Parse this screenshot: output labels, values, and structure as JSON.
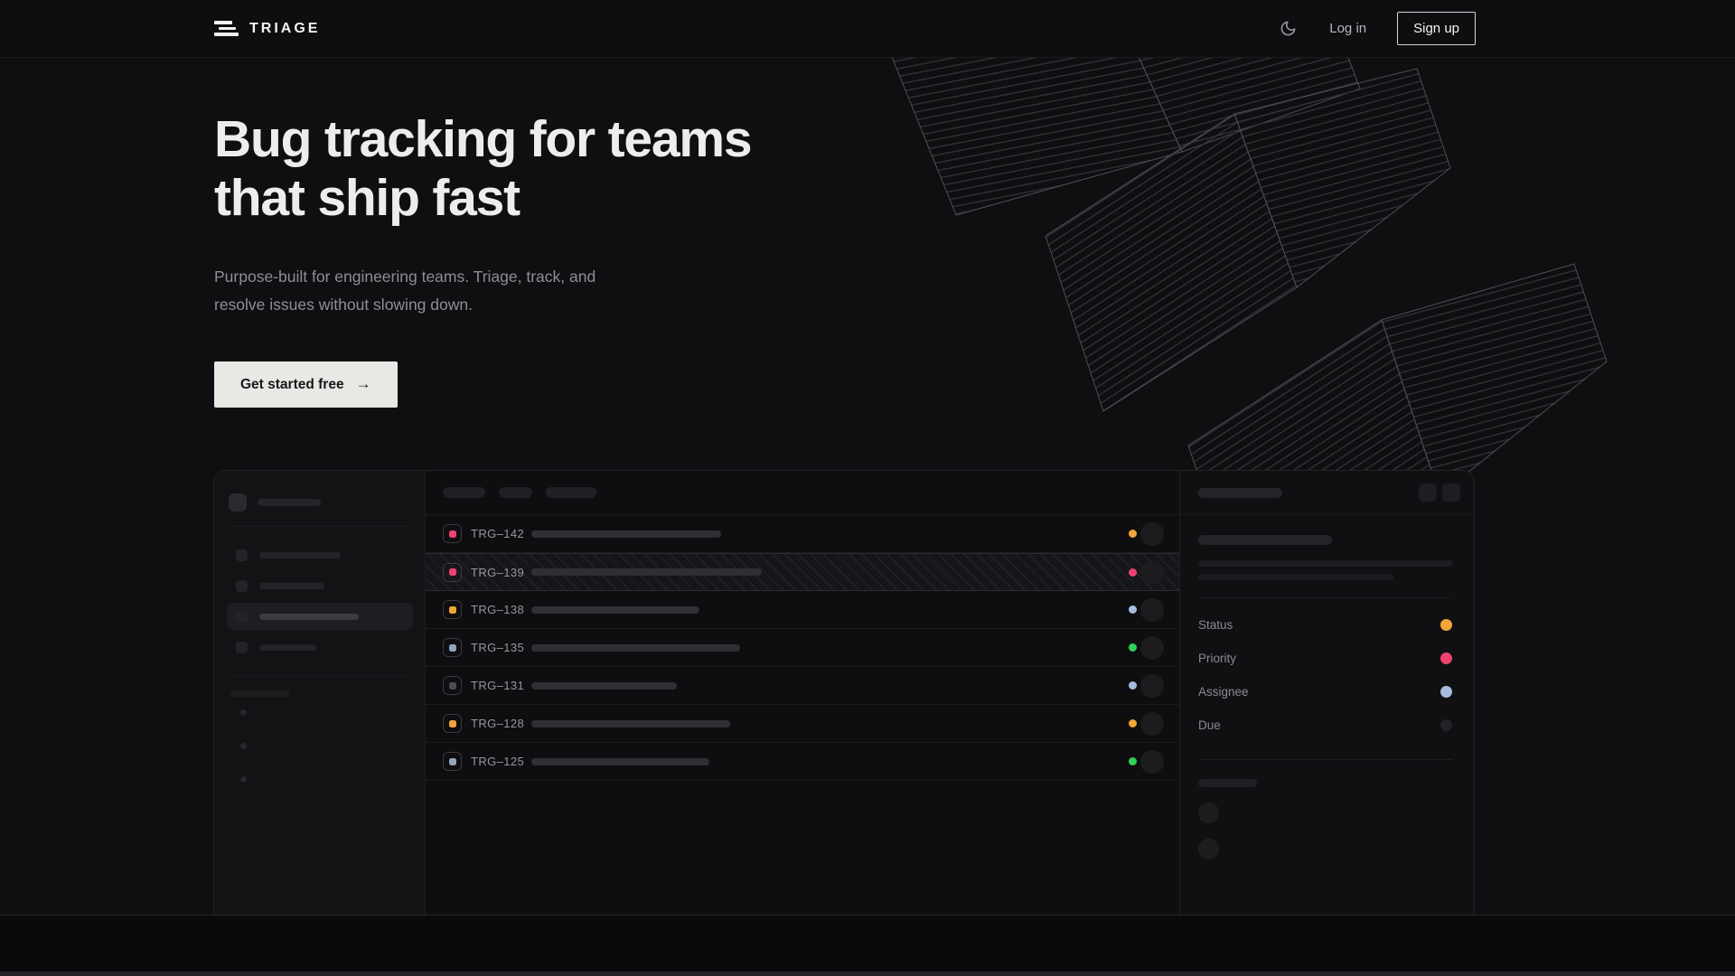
{
  "header": {
    "brand": "TRIAGE",
    "theme_toggle_icon": "moon-icon",
    "login_label": "Log in",
    "signup_label": "Sign up"
  },
  "hero": {
    "title_line1": "Bug tracking for teams",
    "title_line2": "that ship fast",
    "subtitle_line1": "Purpose-built for engineering teams. Triage, track, and",
    "subtitle_line2": "resolve issues without slowing down.",
    "cta_label": "Get started free",
    "cta_arrow": "→"
  },
  "app_mockup": {
    "issue_list": {
      "rows": [
        {
          "id": "TRG–142",
          "icon_color": "#ee4270",
          "title_bar_width": 210,
          "status_dot_color": "#f2a63a",
          "hatched": false
        },
        {
          "id": "TRG–139",
          "icon_color": "#ee4270",
          "title_bar_width": 255,
          "status_dot_color": "#ee4270",
          "hatched": true
        },
        {
          "id": "TRG–138",
          "icon_color": "#f2a63a",
          "title_bar_width": 186,
          "status_dot_color": "#a9bcdf",
          "hatched": false
        },
        {
          "id": "TRG–135",
          "icon_color": "#93a5c0",
          "title_bar_width": 231,
          "status_dot_color": "#30d158",
          "hatched": false
        },
        {
          "id": "TRG–131",
          "icon_color": "#4b4b52",
          "title_bar_width": 161,
          "status_dot_color": "#a9bcdf",
          "hatched": false
        },
        {
          "id": "TRG–128",
          "icon_color": "#f2a63a",
          "title_bar_width": 220,
          "status_dot_color": "#f2a63a",
          "hatched": false
        },
        {
          "id": "TRG–125",
          "icon_color": "#93a5c0",
          "title_bar_width": 197,
          "status_dot_color": "#30d158",
          "hatched": false
        }
      ]
    },
    "detail_panel": {
      "fields": [
        {
          "label": "Status",
          "dot_color": "#f2a63a"
        },
        {
          "label": "Priority",
          "dot_color": "#ee4270"
        },
        {
          "label": "Assignee",
          "dot_color": "#a9bcdf"
        },
        {
          "label": "Due",
          "dot_color": "#232327"
        }
      ]
    }
  },
  "colors": {
    "accent_amber": "#f2a63a",
    "accent_pink": "#ee4270",
    "accent_green": "#30d158",
    "accent_periwinkle": "#a9bcdf",
    "cta_bg": "#e9e8e5",
    "page_bg": "#0f0f11"
  }
}
